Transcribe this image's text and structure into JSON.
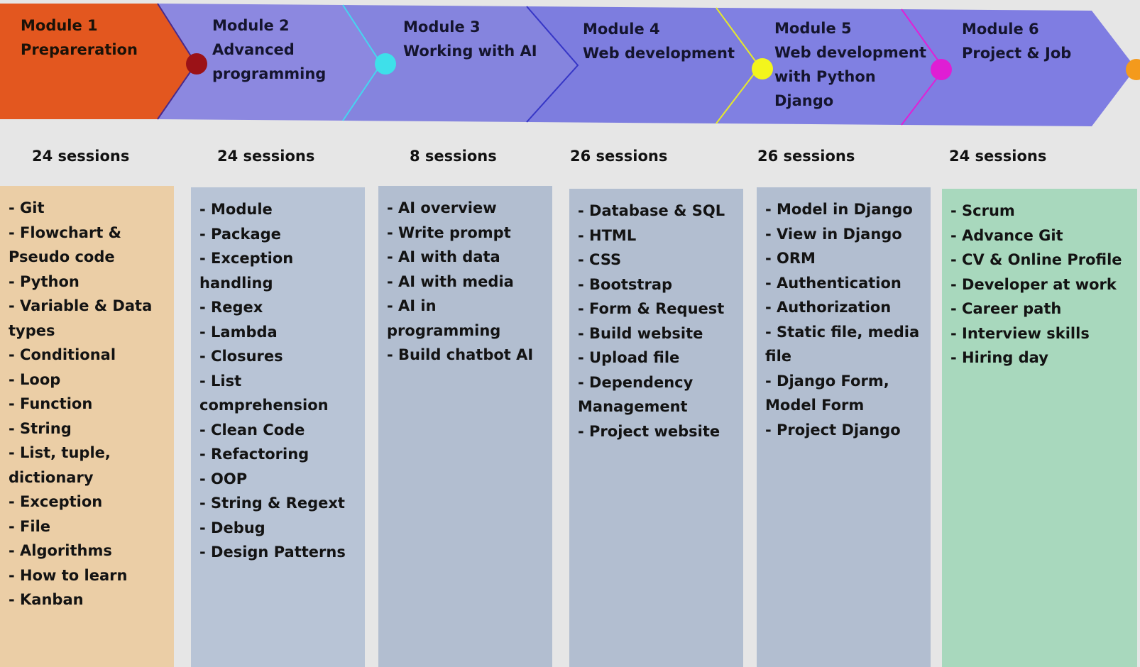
{
  "modules": [
    {
      "number_label": "Module 1",
      "title_lines": [
        "Prepareration"
      ],
      "sessions": "24 sessions",
      "arrow_color": "#e3571f",
      "dot_color": "#9b1217",
      "column_color": "#ebcea6",
      "topics": [
        "- Git",
        "- Flowchart &",
        "Pseudo code",
        "- Python",
        "- Variable & Data",
        "types",
        "- Conditional",
        "- Loop",
        "- Function",
        "- String",
        "- List, tuple,",
        "dictionary",
        "- Exception",
        "- File",
        "- Algorithms",
        "- How to learn",
        "- Kanban"
      ]
    },
    {
      "number_label": "Module 2",
      "title_lines": [
        "Advanced",
        "programming"
      ],
      "sessions": "24 sessions",
      "arrow_color": "#8c88e0",
      "dot_color": "#3ee0ea",
      "column_color": "#b8c4d6",
      "topics": [
        "- Module",
        "- Package",
        "- Exception handling",
        "- Regex",
        "- Lambda",
        "- Closures",
        "- List",
        "comprehension",
        "- Clean Code",
        "- Refactoring",
        "- OOP",
        "- String & Regext",
        "- Debug",
        "- Design Patterns"
      ]
    },
    {
      "number_label": "Module 3",
      "title_lines": [
        "Working with AI"
      ],
      "sessions": "8 sessions",
      "arrow_color": "#8584de",
      "dot_color": "#3b3cc8",
      "column_color": "#b2bed0",
      "topics": [
        "- AI overview",
        "- Write prompt",
        "- AI with data",
        "- AI with media",
        "- AI in programming",
        "- Build chatbot AI"
      ]
    },
    {
      "number_label": "Module 4",
      "title_lines": [
        "Web development"
      ],
      "sessions": "26 sessions",
      "arrow_color": "#7d7ddf",
      "dot_color": "#f3f51c",
      "column_color": "#b2bed0",
      "topics": [
        "- Database & SQL",
        "- HTML",
        "- CSS",
        "- Bootstrap",
        "- Form & Request",
        "- Build website",
        "- Upload file",
        "- Dependency",
        "Management",
        "- Project website"
      ]
    },
    {
      "number_label": "Module 5",
      "title_lines": [
        "Web development",
        "with Python",
        "Django"
      ],
      "sessions": "26 sessions",
      "arrow_color": "#8080e2",
      "dot_color": "#df1ed4",
      "column_color": "#b2bed0",
      "topics": [
        "- Model in Django",
        "- View in Django",
        "- ORM",
        "- Authentication",
        "- Authorization",
        "- Static file, media",
        "file",
        "- Django Form,",
        "Model Form",
        "- Project Django"
      ]
    },
    {
      "number_label": "Module 6",
      "title_lines": [
        "Project & Job"
      ],
      "sessions": "24 sessions",
      "arrow_color": "#7f7de2",
      "dot_color": "#f49a1c",
      "column_color": "#a8d8bd",
      "topics": [
        "- Scrum",
        "- Advance Git",
        "- CV & Online Profile",
        "- Developer at work",
        "- Career path",
        "- Interview skills",
        "- Hiring day"
      ]
    }
  ]
}
